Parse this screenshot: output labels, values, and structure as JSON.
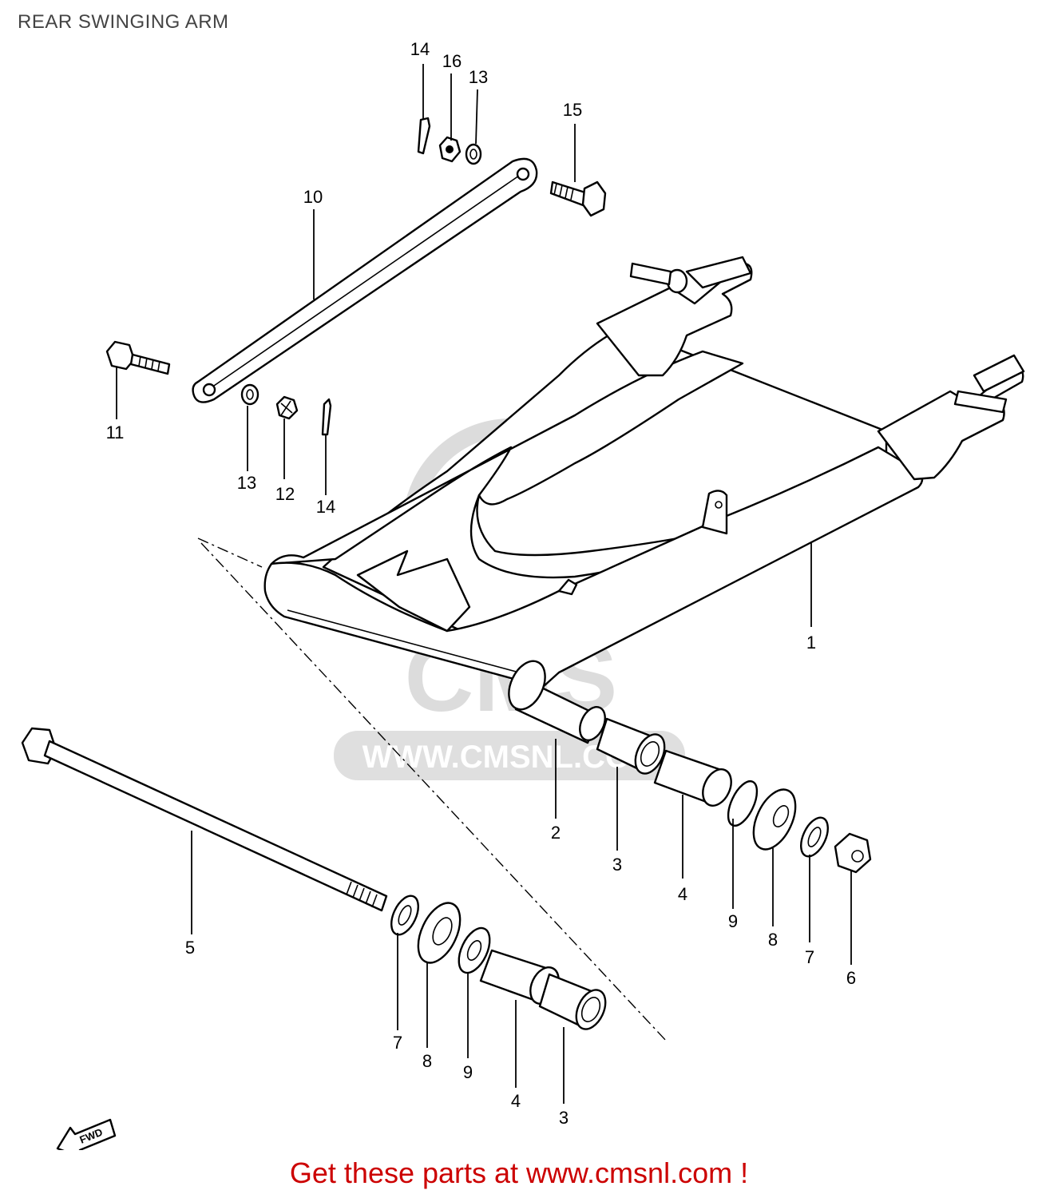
{
  "header": {
    "title": "REAR SWINGING ARM"
  },
  "watermark": {
    "brand": "CMS",
    "url": "WWW.CMSNL.COM"
  },
  "fwd_label": "FWD",
  "callouts": [
    {
      "id": "c1",
      "label": "1"
    },
    {
      "id": "c2",
      "label": "2"
    },
    {
      "id": "c3a",
      "label": "3"
    },
    {
      "id": "c3b",
      "label": "3"
    },
    {
      "id": "c4a",
      "label": "4"
    },
    {
      "id": "c4b",
      "label": "4"
    },
    {
      "id": "c5",
      "label": "5"
    },
    {
      "id": "c6",
      "label": "6"
    },
    {
      "id": "c7a",
      "label": "7"
    },
    {
      "id": "c7b",
      "label": "7"
    },
    {
      "id": "c8a",
      "label": "8"
    },
    {
      "id": "c8b",
      "label": "8"
    },
    {
      "id": "c9a",
      "label": "9"
    },
    {
      "id": "c9b",
      "label": "9"
    },
    {
      "id": "c10",
      "label": "10"
    },
    {
      "id": "c11",
      "label": "11"
    },
    {
      "id": "c12",
      "label": "12"
    },
    {
      "id": "c13a",
      "label": "13"
    },
    {
      "id": "c13b",
      "label": "13"
    },
    {
      "id": "c14a",
      "label": "14"
    },
    {
      "id": "c14b",
      "label": "14"
    },
    {
      "id": "c15",
      "label": "15"
    },
    {
      "id": "c16",
      "label": "16"
    }
  ],
  "footer": {
    "cta": "Get these parts at www.cmsnl.com !"
  },
  "colors": {
    "cta": "#cc0000",
    "watermark": "#d9d9d9",
    "ink": "#000000"
  }
}
